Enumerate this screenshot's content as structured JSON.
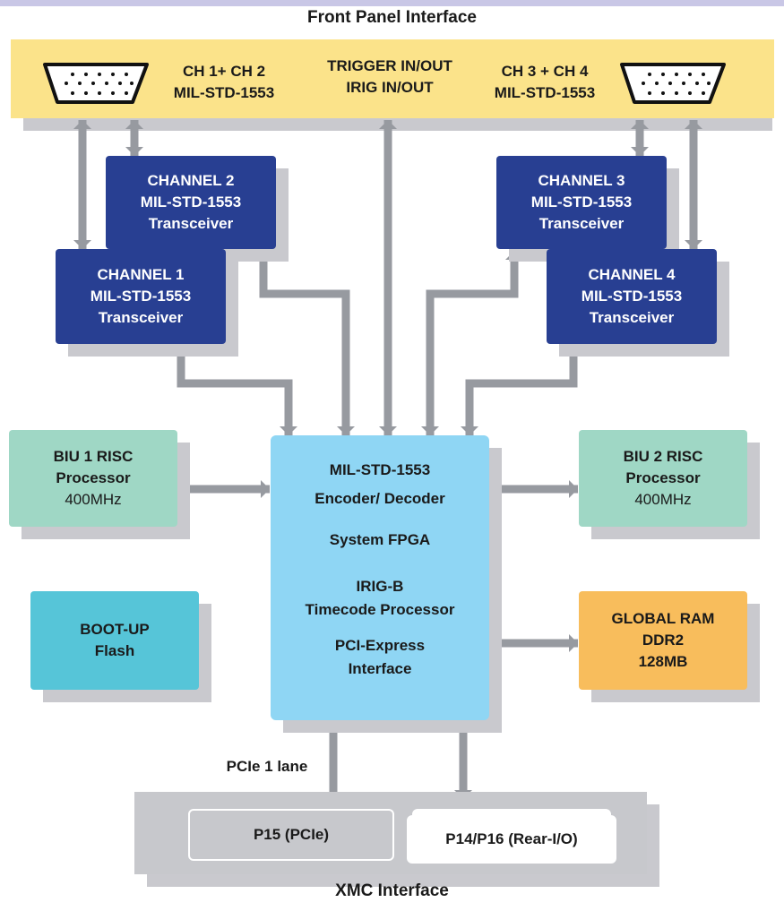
{
  "front_panel": {
    "title": "Front Panel Interface",
    "left_label_1": "CH 1+ CH 2",
    "left_label_2": "MIL-STD-1553",
    "center_label_1": "TRIGGER IN/OUT",
    "center_label_2": "IRIG IN/OUT",
    "right_label_1": "CH 3 + CH 4",
    "right_label_2": "MIL-STD-1553"
  },
  "channels": [
    {
      "line1": "CHANNEL 1",
      "line2": "MIL-STD-1553",
      "line3": "Transceiver"
    },
    {
      "line1": "CHANNEL 2",
      "line2": "MIL-STD-1553",
      "line3": "Transceiver"
    },
    {
      "line1": "CHANNEL 3",
      "line2": "MIL-STD-1553",
      "line3": "Transceiver"
    },
    {
      "line1": "CHANNEL 4",
      "line2": "MIL-STD-1553",
      "line3": "Transceiver"
    }
  ],
  "biu1": {
    "line1": "BIU 1 RISC",
    "line2": "Processor",
    "line3": "400MHz"
  },
  "biu2": {
    "line1": "BIU 2 RISC",
    "line2": "Processor",
    "line3": "400MHz"
  },
  "fpga": {
    "line1": "MIL-STD-1553",
    "line2": "Encoder/ Decoder",
    "line3": "System FPGA",
    "line4": "IRIG-B",
    "line5": "Timecode Processor",
    "line6": "PCI-Express",
    "line7": "Interface"
  },
  "bootup": {
    "line1": "BOOT-UP",
    "line2": "Flash"
  },
  "ram": {
    "line1": "GLOBAL RAM",
    "line2": "DDR2",
    "line3": "128MB"
  },
  "pcie_label": "PCIe 1 lane",
  "p15": "P15 (PCIe)",
  "p14": "P14/P16 (Rear-I/O)",
  "xmc_title": "XMC Interface",
  "colors": {
    "navy": "#283f92",
    "front_panel": "#fbe38a",
    "fpga": "#8fd6f4",
    "biu": "#9fd7c5",
    "bootup": "#56c5d8",
    "ram": "#f8bd5c",
    "arrow": "#979aa0"
  }
}
